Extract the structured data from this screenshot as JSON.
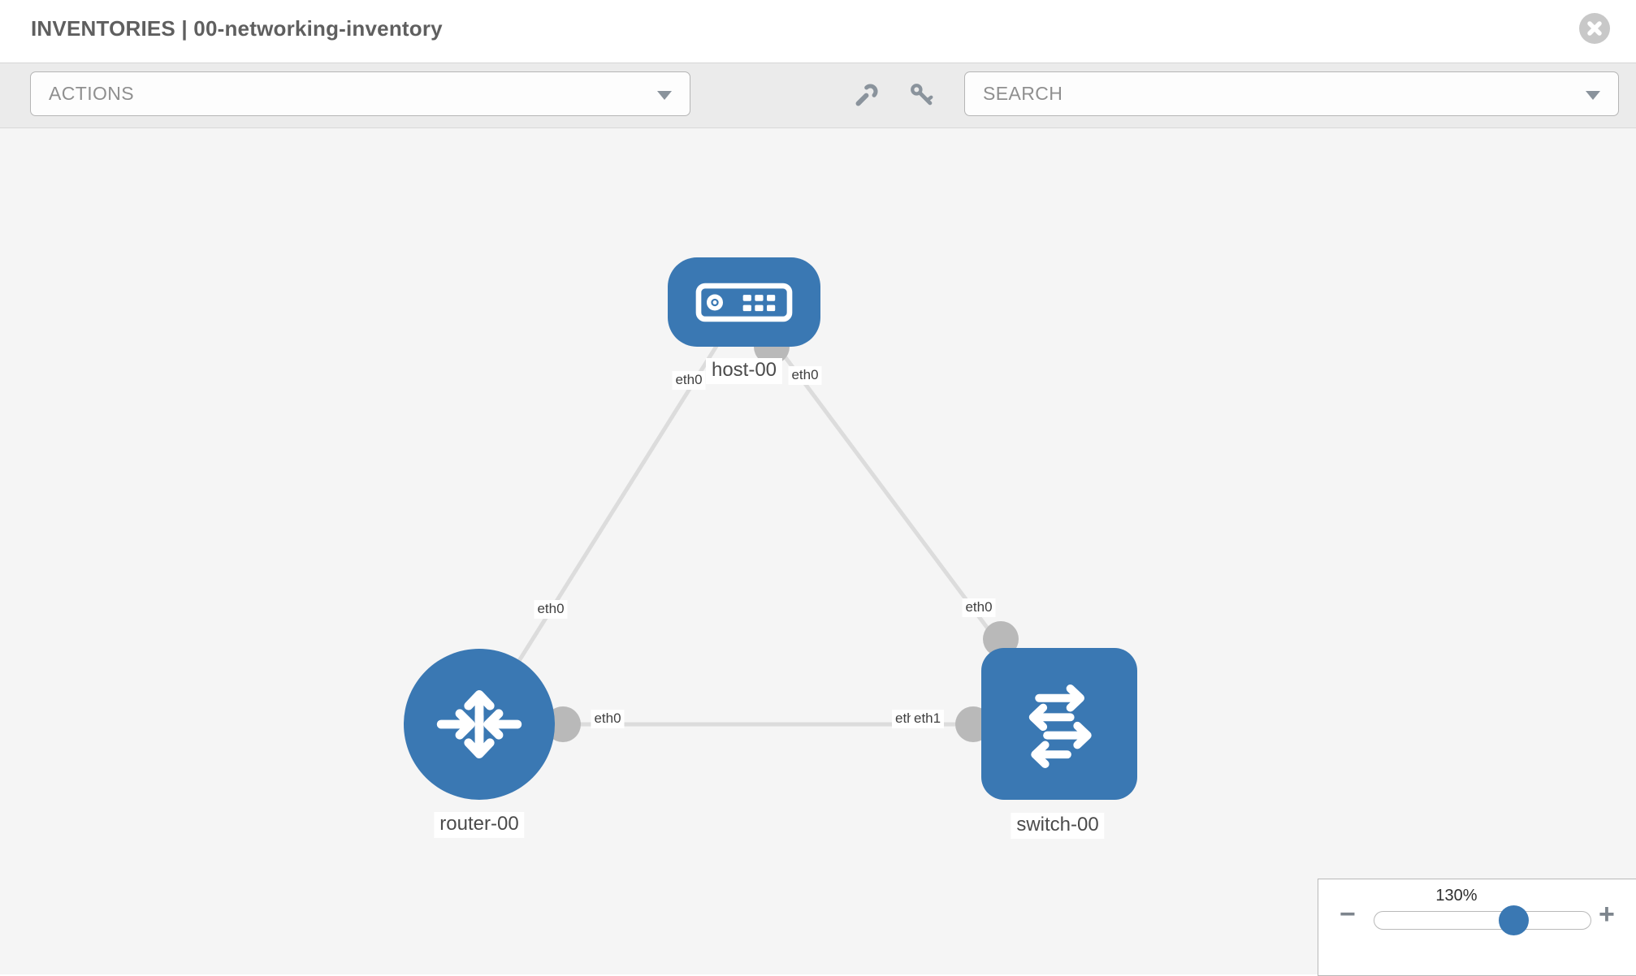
{
  "header": {
    "title": "INVENTORIES | 00-networking-inventory"
  },
  "toolbar": {
    "actions_label": "ACTIONS",
    "search_label": "SEARCH",
    "icons": {
      "wrench": "wrench-icon",
      "key": "key-icon"
    }
  },
  "canvas": {
    "nodes": [
      {
        "label": "host-00",
        "type": "host"
      },
      {
        "label": "router-00",
        "type": "router"
      },
      {
        "label": "switch-00",
        "type": "switch"
      }
    ],
    "links": [
      {
        "from": "router-00",
        "to": "host-00"
      },
      {
        "from": "switch-00",
        "to": "host-00"
      },
      {
        "from": "router-00",
        "to": "switch-00"
      }
    ],
    "iface_labels": {
      "host_router_at_host": "eth0",
      "host_switch_at_host": "eth0",
      "host_router_mid": "eth0",
      "host_switch_mid": "eth0",
      "router_switch_at_router": "eth0",
      "router_switch_at_switch_back": "eth0",
      "router_switch_at_switch_front": "eth1"
    }
  },
  "zoom_panel": {
    "level": "130%",
    "minus": "−",
    "plus": "+"
  },
  "colors": {
    "node_blue": "#3a78b3",
    "link_gray": "#dcdcdc",
    "dot_gray": "#b9b9b9",
    "toolbar_gray": "#ebebeb"
  }
}
